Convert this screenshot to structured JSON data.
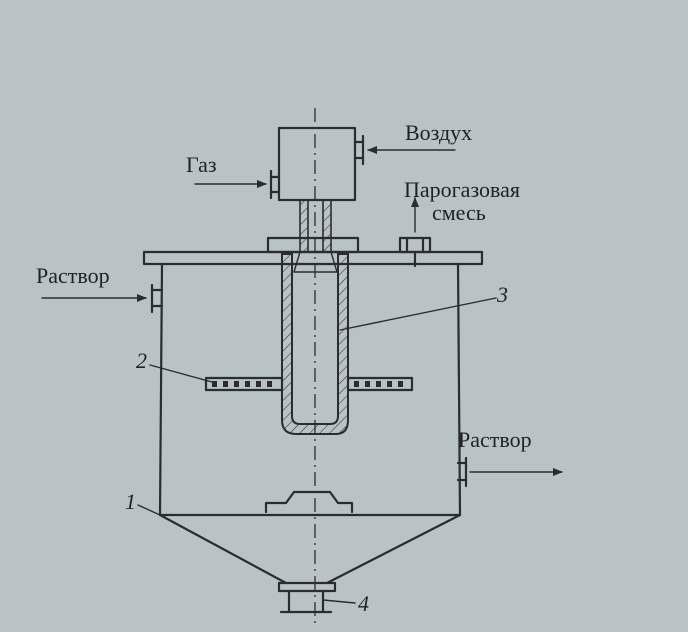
{
  "labels": {
    "air_in": "Воздух",
    "gas_in": "Газ",
    "vapor_gas_out_line1": "Парогазовая",
    "vapor_gas_out_line2": "смесь",
    "solution_in": "Раствор",
    "solution_out": "Раствор"
  },
  "callouts": {
    "c1": "1",
    "c2": "2",
    "c3": "3",
    "c4": "4"
  },
  "colors": {
    "paper": "#b9c3c6",
    "ink": "#2a2c2e"
  }
}
